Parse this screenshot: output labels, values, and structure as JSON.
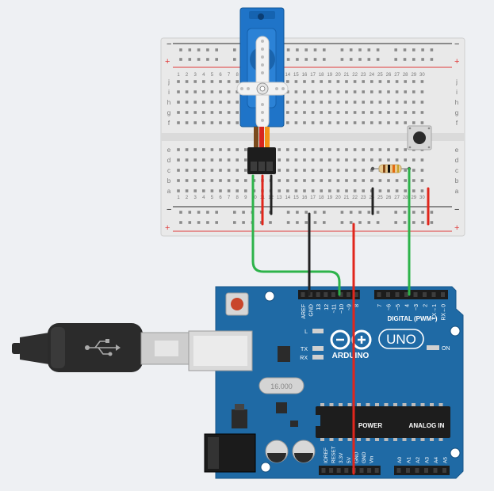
{
  "breadboard": {
    "row_letters_top": [
      "j",
      "i",
      "h",
      "g",
      "f"
    ],
    "row_letters_bottom": [
      "e",
      "d",
      "c",
      "b",
      "a"
    ],
    "column_numbers": [
      "1",
      "2",
      "3",
      "4",
      "5",
      "6",
      "7",
      "8",
      "9",
      "10",
      "11",
      "12",
      "13",
      "14",
      "15",
      "16",
      "17",
      "18",
      "19",
      "20",
      "21",
      "22",
      "23",
      "24",
      "25",
      "26",
      "27",
      "28",
      "29",
      "30"
    ],
    "rail_minus": "−",
    "rail_plus": "+"
  },
  "arduino": {
    "logo_text": "ARDUINO",
    "model": "UNO",
    "digital_label": "DIGITAL (PWM~)",
    "power_label": "POWER",
    "analog_label": "ANALOG IN",
    "on_label": "ON",
    "led_labels": [
      "L",
      "TX",
      "RX"
    ],
    "header_top_left": [
      "AREF",
      "GND",
      "13",
      "12",
      "~11",
      "~10",
      "~9",
      "8"
    ],
    "header_top_right": [
      "7",
      "~6",
      "~5",
      "4",
      "~3",
      "2",
      "TX→1",
      "RX←0"
    ],
    "power_pins": [
      "IOREF",
      "RESET",
      "3.3V",
      "5V",
      "GND",
      "GND",
      "Vin"
    ],
    "analog_pins": [
      "A0",
      "A1",
      "A2",
      "A3",
      "A4",
      "A5"
    ],
    "crystal_label": "16.000"
  },
  "colors": {
    "board_blue": "#1f6aa5",
    "wire_green": "#2db34a",
    "wire_red": "#e1261c",
    "wire_black": "#222222",
    "rail_red": "#e03a3a",
    "breadboard": "#e6e6e6"
  }
}
